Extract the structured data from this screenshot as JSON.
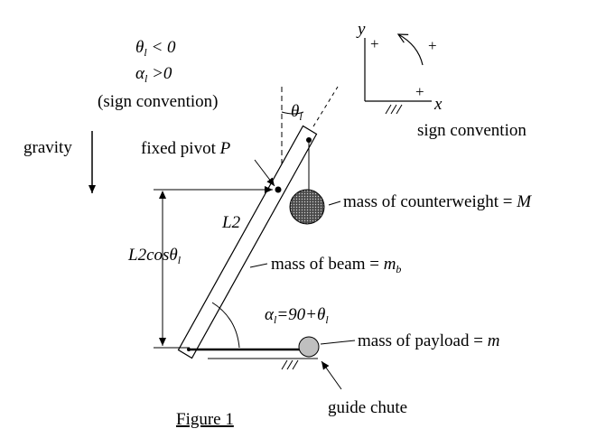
{
  "sign_convention_top": {
    "theta_line": {
      "sym": "θ",
      "sub": "l",
      "rest": " < 0"
    },
    "alpha_line": {
      "sym": "α",
      "sub": "l",
      "rest": " >0"
    },
    "paren": "(sign convention)"
  },
  "axes_legend": {
    "y_label": "y",
    "x_label": "x",
    "plus_y": "+",
    "plus_rot": "+",
    "plus_x": "+",
    "caption": "sign convention"
  },
  "labels": {
    "gravity": "gravity",
    "fixed_pivot": "fixed pivot ",
    "pivot_symbol": "P",
    "L2": "L2",
    "L2cos": {
      "pre": "L2cos",
      "sym": "θ",
      "sub": "l"
    },
    "theta_at_top": {
      "sym": "θ",
      "sub": "l"
    },
    "counterweight": {
      "text": "mass of counterweight = ",
      "sym": "M"
    },
    "beam": {
      "text": "mass of beam = ",
      "sym": "m",
      "sub": "b"
    },
    "alpha_eq": {
      "sym": "α",
      "sub": "l",
      "mid": "=90+",
      "sym2": "θ",
      "sub2": "l"
    },
    "payload": {
      "text": "mass of payload = ",
      "sym": "m"
    },
    "guide_chute": "guide chute",
    "figure_caption": "Figure 1"
  }
}
